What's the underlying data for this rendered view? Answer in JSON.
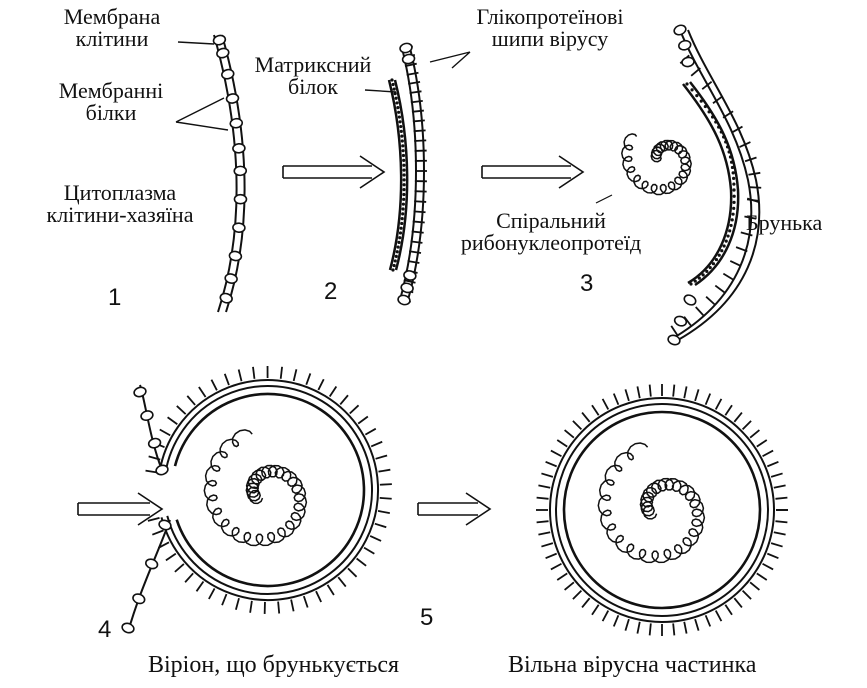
{
  "labels": {
    "cell_membrane": [
      "Мембрана",
      "клітини"
    ],
    "membrane_proteins": [
      "Мембранні",
      "білки"
    ],
    "host_cytoplasm": [
      "Цитоплазма",
      "клітини-хазяїна"
    ],
    "matrix_protein": [
      "Матриксний",
      "білок"
    ],
    "glycoprotein_spikes": [
      "Глікопротеїнові",
      "шипи вірусу"
    ],
    "helical_rnp": [
      "Спіральний",
      "рибонуклеопротеїд"
    ],
    "bud": "Брунька"
  },
  "stages": {
    "s1": "1",
    "s2": "2",
    "s3": "3",
    "s4": "4",
    "s5": "5"
  },
  "captions": {
    "budding_virion": "Віріон, що брунькується",
    "free_particle": "Вільна вірусна частинка"
  }
}
